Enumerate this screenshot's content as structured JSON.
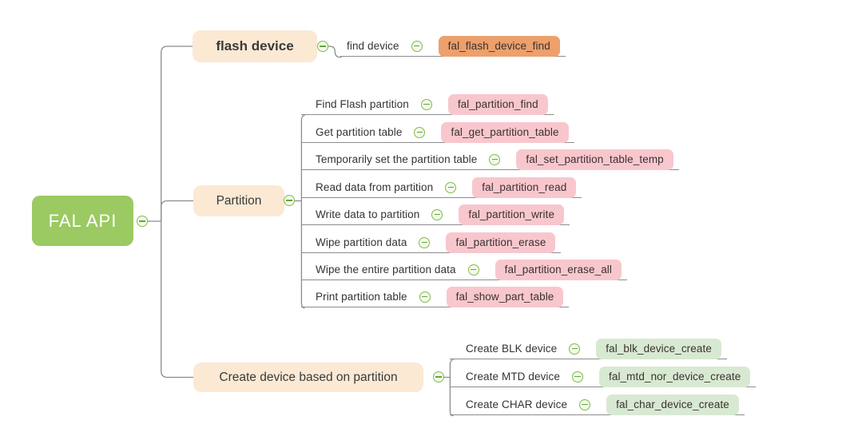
{
  "root": {
    "label": "FAL API"
  },
  "branches": [
    {
      "label": "flash device",
      "children": [
        {
          "label": "find device",
          "api": "fal_flash_device_find"
        }
      ]
    },
    {
      "label": "Partition",
      "children": [
        {
          "label": "Find Flash partition",
          "api": "fal_partition_find"
        },
        {
          "label": "Get partition table",
          "api": "fal_get_partition_table"
        },
        {
          "label": "Temporarily set the partition table",
          "api": "fal_set_partition_table_temp"
        },
        {
          "label": "Read data from partition",
          "api": "fal_partition_read"
        },
        {
          "label": "Write data to partition",
          "api": "fal_partition_write"
        },
        {
          "label": "Wipe partition data",
          "api": "fal_partition_erase"
        },
        {
          "label": "Wipe the entire partition data",
          "api": "fal_partition_erase_all"
        },
        {
          "label": "Print partition table",
          "api": "fal_show_part_table"
        }
      ]
    },
    {
      "label": "Create device based on partition",
      "children": [
        {
          "label": "Create BLK device",
          "api": "fal_blk_device_create"
        },
        {
          "label": "Create MTD device",
          "api": "fal_mtd_nor_device_create"
        },
        {
          "label": "Create CHAR device",
          "api": "fal_char_device_create"
        }
      ]
    }
  ],
  "colors": {
    "root_green": "#9aca61",
    "branch_peach": "#fbe9d4",
    "api_orange": "#eca06c",
    "api_pink": "#f8c7cd",
    "api_green": "#d8e9d2",
    "icon_ring_green": "#82ba45",
    "icon_minus_green": "#64a738",
    "connector_gray": "#8c8c8c"
  },
  "icons": {
    "collapse": "minus-circle"
  }
}
